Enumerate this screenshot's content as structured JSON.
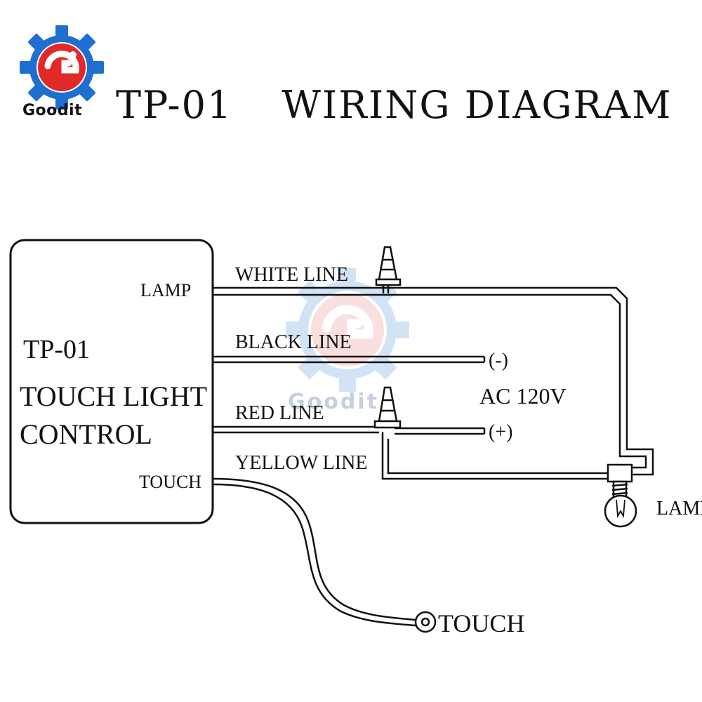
{
  "brand": {
    "name": "Goodit",
    "logo_icon": "gear-g-wrench-logo-icon",
    "colors": {
      "gear": "#1e6fd0",
      "g_letter": "#e02a2a"
    }
  },
  "title": {
    "model": "TP-01",
    "subtitle": "WIRING DIAGRAM"
  },
  "controller": {
    "model": "TP-01",
    "name_line1": "TOUCH LIGHT",
    "name_line2": "CONTROL",
    "terminal_lamp": "LAMP",
    "terminal_touch": "TOUCH"
  },
  "wires": {
    "white": "WHITE LINE",
    "black": "BLACK LINE",
    "red": "RED LINE",
    "yellow": "YELLOW LINE"
  },
  "supply": {
    "negative": "(-)",
    "voltage": "AC 120V",
    "positive": "(+)"
  },
  "lamp_label": "LAMP",
  "touch_label": "TOUCH",
  "watermark_text": "Goodit"
}
